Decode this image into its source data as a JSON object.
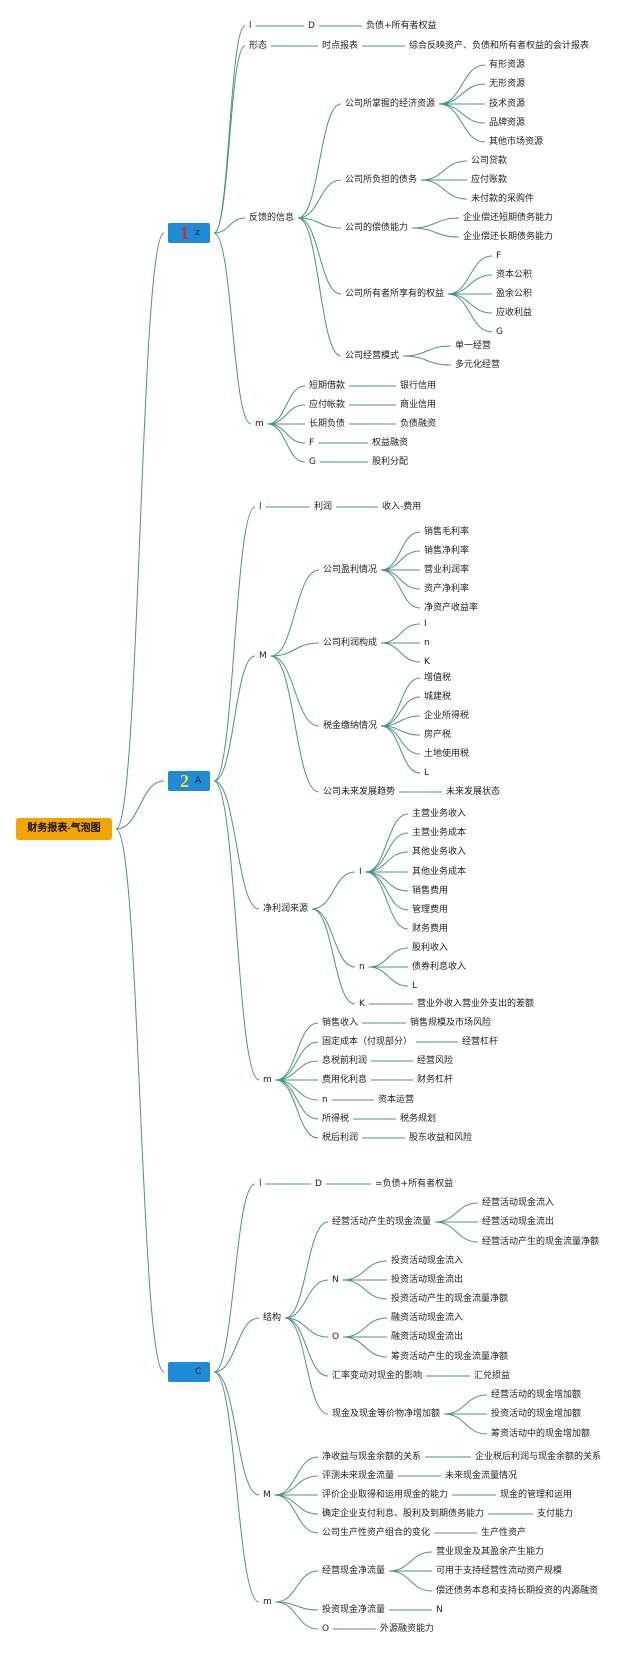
{
  "colors": {
    "line": "#4a9484",
    "root_bg": "#f2a400",
    "hub_bg": "#1f8ad6",
    "num1": "#e0242a",
    "num2": "#f0e03a"
  },
  "root": {
    "label": "财务报表-气泡图"
  },
  "hubs": [
    {
      "id": "h1",
      "num": "1",
      "letter": "z"
    },
    {
      "id": "h2",
      "num": "2",
      "letter": "A"
    },
    {
      "id": "h3",
      "num": "",
      "letter": "C"
    }
  ],
  "labels": {
    "a1": "l",
    "a1a": "D",
    "a1b": "负债+所有者权益",
    "a2": "形态",
    "a2a": "时点报表",
    "a2b": "综合反映资产、负债和所有者权益的会计报表",
    "a3": "反馈的信息",
    "a3a": "公司所掌握的经济资源",
    "a3a1": "有形资源",
    "a3a2": "无形资源",
    "a3a3": "技术资源",
    "a3a4": "品牌资源",
    "a3a5": "其他市场资源",
    "a3b": "公司所负担的债务",
    "a3b1": "公司贷款",
    "a3b2": "应付账款",
    "a3b3": "未付款的采购件",
    "a3c": "公司的偿债能力",
    "a3c1": "企业偿还短期债务能力",
    "a3c2": "企业偿还长期债务能力",
    "a3d": "公司所有者所享有的权益",
    "a3d1": "F",
    "a3d2": "资本公积",
    "a3d3": "盈余公积",
    "a3d4": "应收利益",
    "a3d5": "G",
    "a3e": "公司经营模式",
    "a3e1": "单一经营",
    "a3e2": "多元化经营",
    "a4": "m",
    "a4a": "短期借款",
    "a4a1": "银行信用",
    "a4b": "应付帐款",
    "a4b1": "商业信用",
    "a4c": "长期负债",
    "a4c1": "负债融资",
    "a4d": "F",
    "a4d1": "权益融资",
    "a4e": "G",
    "a4e1": "股利分配",
    "b1": "l",
    "b1a": "利润",
    "b1b": "收入-费用",
    "b2": "M",
    "b2a": "公司盈利情况",
    "b2a1": "销售毛利率",
    "b2a2": "销售净利率",
    "b2a3": "营业利润率",
    "b2a4": "资产净利率",
    "b2a5": "净资产收益率",
    "b2b": "公司利润构成",
    "b2b1": "I",
    "b2b2": "n",
    "b2b3": "K",
    "b2c": "税金缴纳情况",
    "b2c1": "增值税",
    "b2c2": "城建税",
    "b2c3": "企业所得税",
    "b2c4": "房产税",
    "b2c5": "土地使用税",
    "b2c6": "L",
    "b2d": "公司未来发展趋势",
    "b2d1": "未来发展状态",
    "b3": "净利润来源",
    "b3a": "I",
    "b3a1": "主营业务收入",
    "b3a2": "主营业务成本",
    "b3a3": "其他业务收入",
    "b3a4": "其他业务成本",
    "b3a5": "销售费用",
    "b3a6": "管理费用",
    "b3a7": "财务费用",
    "b3b": "n",
    "b3b1": "股利收入",
    "b3b2": "债券利息收入",
    "b3b3": "L",
    "b3c": "K",
    "b3c1": "营业外收入营业外支出的差额",
    "b4": "m",
    "b4a": "销售收入",
    "b4a1": "销售规模及市场风险",
    "b4b": "固定成本（付现部分）",
    "b4b1": "经营杠杆",
    "b4c": "息税前利润",
    "b4c1": "经营风险",
    "b4d": "费用化利息",
    "b4d1": "财务杠杆",
    "b4e": "n",
    "b4e1": "资本运营",
    "b4f": "所得税",
    "b4f1": "税务规划",
    "b4g": "税后利润",
    "b4g1": "股东收益和风险",
    "c1": "l",
    "c1a": "D",
    "c1b": "=负债+所有者权益",
    "c2": "结构",
    "c2a": "经营活动产生的现金流量",
    "c2a1": "经营活动现金流入",
    "c2a2": "经营活动现金流出",
    "c2a3": "经营活动产生的现金流量净额",
    "c2b": "N",
    "c2b1": "投资活动现金流入",
    "c2b2": "投资活动现金流出",
    "c2b3": "投资活动产生的现金流量净额",
    "c2c": "O",
    "c2c1": "融资活动现金流入",
    "c2c2": "融资活动现金流出",
    "c2c3": "筹资活动产生的现金流量净额",
    "c2d": "汇率变动对现金的影响",
    "c2d1": "汇兑损益",
    "c2e": "现金及现金等价物净增加额",
    "c2e1": "经营活动的现金增加额",
    "c2e2": "投资活动的现金增加额",
    "c2e3": "筹资活动中的现金增加额",
    "c3": "M",
    "c3a": "净收益与现金余额的关系",
    "c3a1": "企业税后利润与现金余额的关系",
    "c3b": "评测未来现金流量",
    "c3b1": "未来现金流量情况",
    "c3c": "评价企业取得和运用现金的能力",
    "c3c1": "现金的管理和运用",
    "c3d": "确定企业支付利息、股利及到期债务能力",
    "c3d1": "支付能力",
    "c3e": "公司生产性资产组合的变化",
    "c3e1": "生产性资产",
    "c4": "m",
    "c4a": "经营现金净流量",
    "c4a1": "营业现金及其盈余产生能力",
    "c4a2": "可用于支持经营性流动资产规模",
    "c4a3": "偿还债务本息和支持长期投资的内源融资",
    "c4b": "投资现金净流量",
    "c4b1": "N",
    "c4c": "O",
    "c4c1": "外源融资能力"
  }
}
